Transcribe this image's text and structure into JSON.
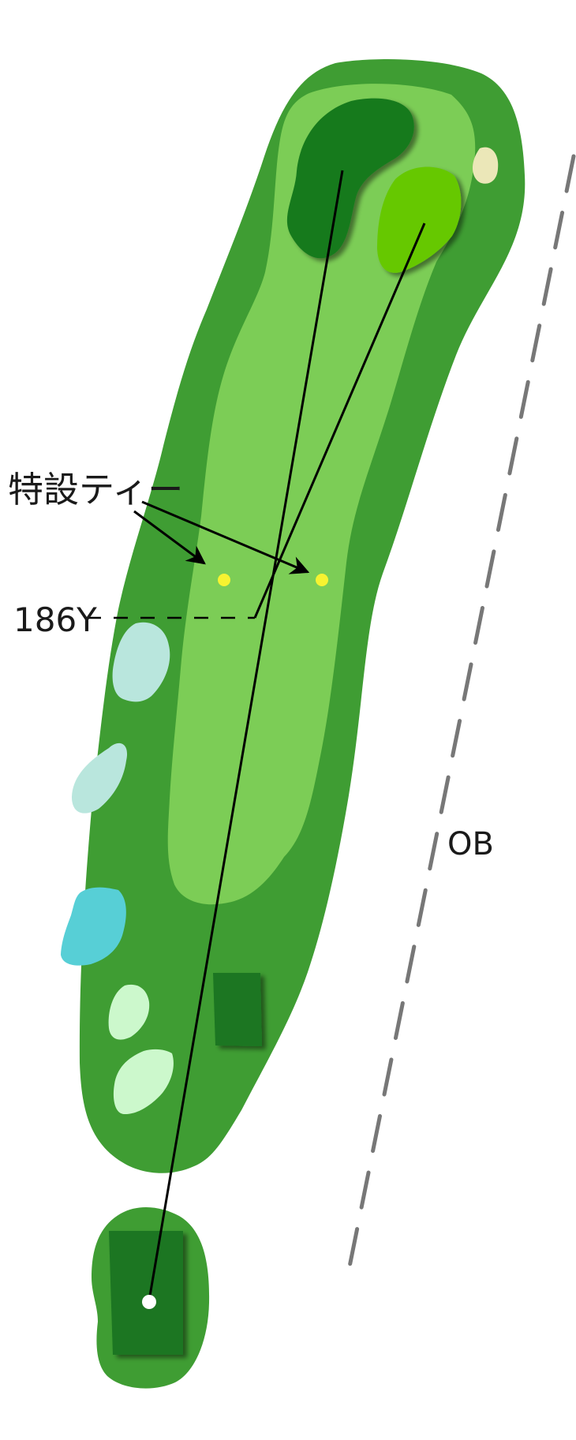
{
  "labels": {
    "special_tee": "特設ティー",
    "distance_marker": "186Y",
    "out_of_bounds": "OB"
  },
  "colors": {
    "rough": "#3f9d33",
    "fairway": "#7ccd56",
    "green": "#177a1f",
    "second_green": "#66c800",
    "tee_box": "#1a7620",
    "sand_bunker": "#ebe7b8",
    "pale_bunker": "#b9e6dd",
    "light_bunker": "#ccf8cc",
    "water_hazard": "#57cfd6",
    "special_tee_marker": "#f6f331",
    "ob_line": "#777777",
    "route_line": "#000000"
  },
  "icons": {
    "tee_marker": "white-dot",
    "special_tee_marker": "yellow-dot"
  }
}
